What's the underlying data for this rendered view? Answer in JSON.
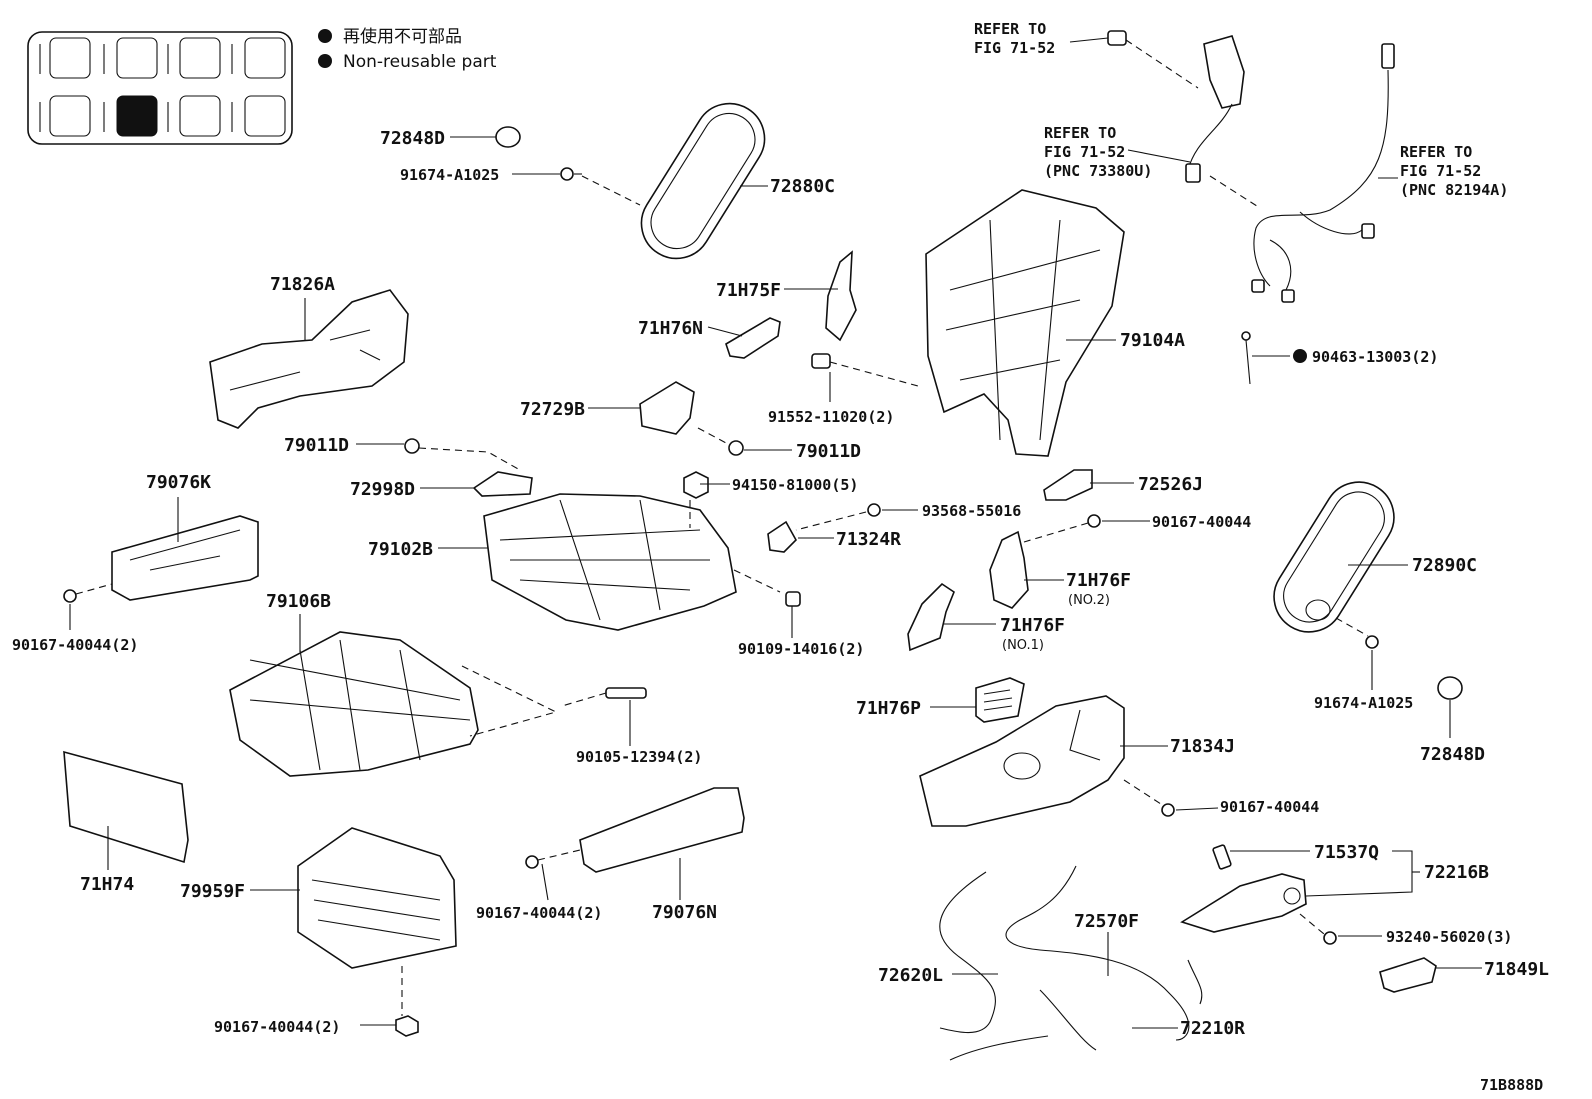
{
  "legend": {
    "jp": "再使用不可部品",
    "en": "Non-reusable part"
  },
  "figure_id": "71B888D",
  "labels": {
    "p72848D_a": "72848D",
    "p91674_a": "91674-A1025",
    "p72880C": "72880C",
    "p71826A": "71826A",
    "p71H75F": "71H75F",
    "p71H76N": "71H76N",
    "p91552": "91552-11020(2)",
    "p72729B": "72729B",
    "p79011D_a": "79011D",
    "p79011D_b": "79011D",
    "p72998D": "72998D",
    "p79076K": "79076K",
    "p94150": "94150-81000(5)",
    "p79102B": "79102B",
    "p93568": "93568-55016",
    "p71324R": "71324R",
    "p90167_a": "90167-40044(2)",
    "p90109": "90109-14016(2)",
    "p79106B": "79106B",
    "p90105": "90105-12394(2)",
    "p71H74": "71H74",
    "p79959F": "79959F",
    "p90167_b": "90167-40044(2)",
    "p79076N": "79076N",
    "p90167_c": "90167-40044(2)",
    "refer1_a": "REFER TO",
    "refer1_b": "FIG 71-52",
    "refer2_a": "REFER TO",
    "refer2_b": "FIG 71-52",
    "refer2_c": "(PNC 73380U)",
    "refer3_a": "REFER TO",
    "refer3_b": "FIG 71-52",
    "refer3_c": "(PNC 82194A)",
    "p79104A": "79104A",
    "p90463": "90463-13003(2)",
    "p72526J": "72526J",
    "p90167_d": "90167-40044",
    "p71H76F_2": "71H76F",
    "no2": "(NO.2)",
    "p71H76F_1": "71H76F",
    "no1": "(NO.1)",
    "p72890C": "72890C",
    "p91674_b": "91674-A1025",
    "p72848D_b": "72848D",
    "p71H76P": "71H76P",
    "p71834J": "71834J",
    "p90167_e": "90167-40044",
    "p71537Q": "71537Q",
    "p72216B": "72216B",
    "p93240": "93240-56020(3)",
    "p71849L": "71849L",
    "p72570F": "72570F",
    "p72620L": "72620L",
    "p72210R": "72210R"
  }
}
